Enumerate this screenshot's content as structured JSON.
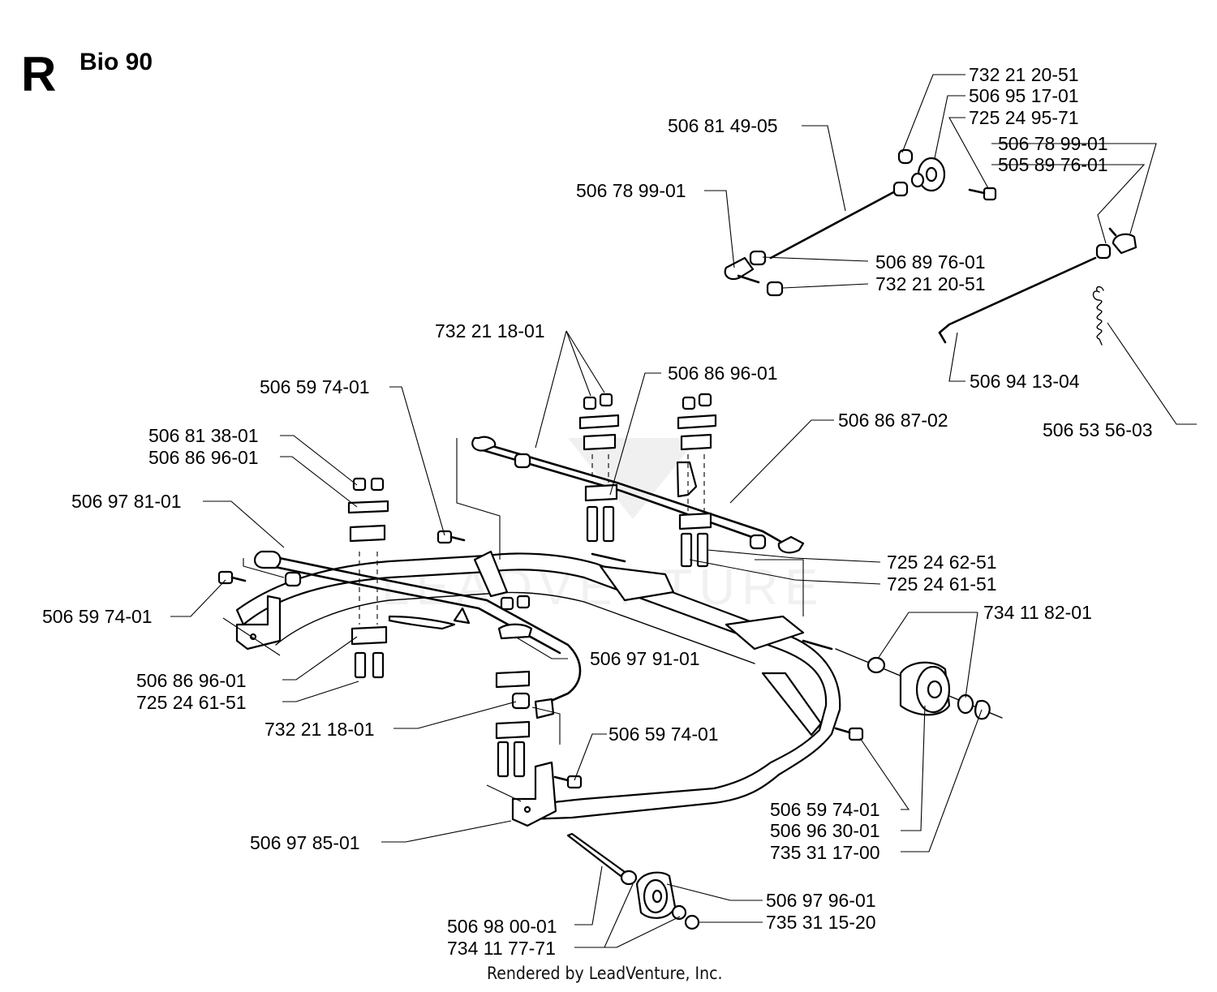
{
  "header": {
    "section_letter": "R",
    "model": "Bio 90"
  },
  "watermark": "LEADVENTURE",
  "footer": "Rendered by LeadVenture, Inc.",
  "labels": [
    "732 21 20-51",
    "506 95 17-01",
    "725 24 95-71",
    "506 81 49-05",
    "506 78 99-01",
    "505 89 76-01",
    "506 78 99-01",
    "506 89 76-01",
    "732 21 20-51",
    "732 21 18-01",
    "506 94 13-04",
    "506 86 96-01",
    "506 59 74-01",
    "506 53 56-03",
    "506 86 87-02",
    "506 81 38-01",
    "506 86 96-01",
    "506 97 81-01",
    "725 24 62-51",
    "725 24 61-51",
    "506 59 74-01",
    "734 11 82-01",
    "506 97 91-01",
    "506 86 96-01",
    "725 24 61-51",
    "732 21 18-01",
    "506 59 74-01",
    "506 59 74-01",
    "506 96 30-01",
    "735 31 17-00",
    "506 97 85-01",
    "506 97 96-01",
    "735 31 15-20",
    "506 98 00-01",
    "734 11 77-71"
  ]
}
